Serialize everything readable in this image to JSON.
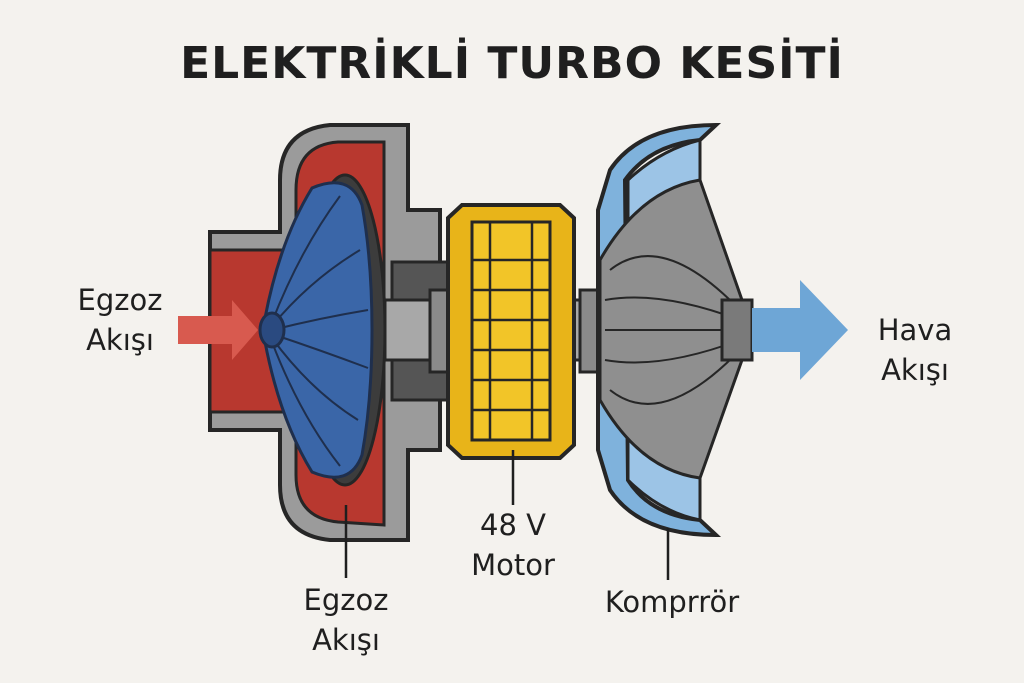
{
  "title": "ELEKTRİKLİ TURBO KESİTİ",
  "labels": {
    "left_flow_line1": "Egzoz",
    "left_flow_line2": "Akışı",
    "right_flow_line1": "Hava",
    "right_flow_line2": "Akışı",
    "turbine_line1": "Egzoz",
    "turbine_line2": "Akışı",
    "motor_line1": "48 V",
    "motor_line2": "Motor",
    "compressor": "Komprrör"
  },
  "colors": {
    "exhaust_red": "#b8382f",
    "turbine_blue": "#3a66a8",
    "motor_yellow": "#e8b419",
    "compressor_blue": "#7fb2dc",
    "housing_gray": "#9b9b9b",
    "dark_gray": "#4d4d4d",
    "outline": "#262626"
  },
  "icons": {
    "left_arrow": "arrow-right-red",
    "right_arrow": "arrow-right-blue"
  }
}
